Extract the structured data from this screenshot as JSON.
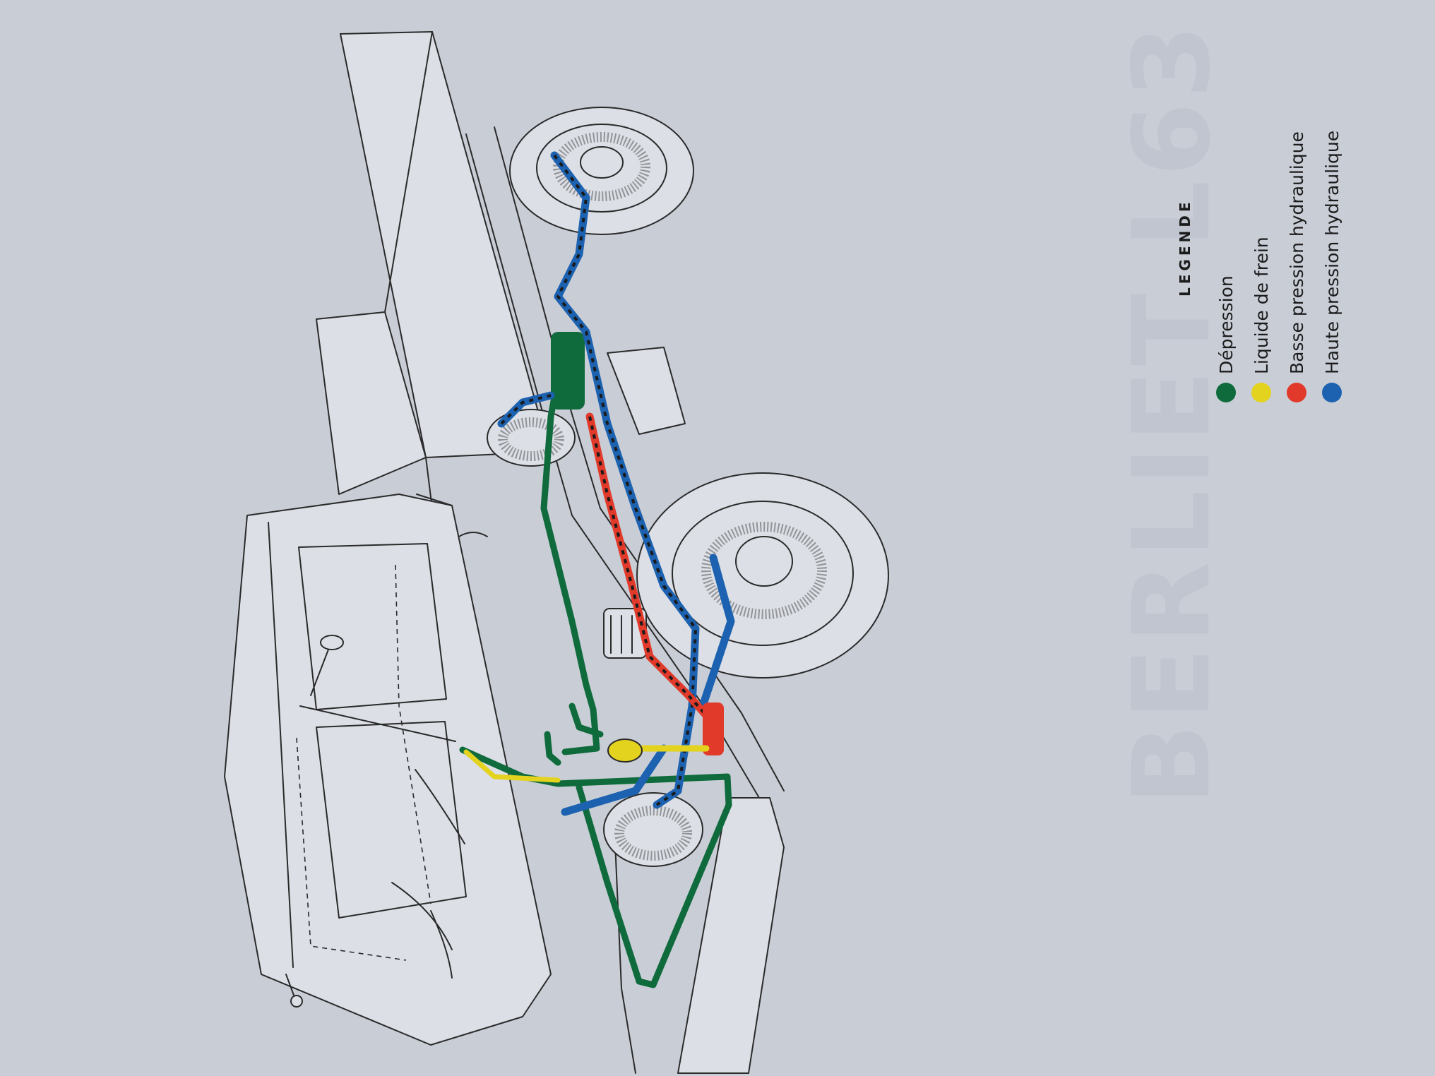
{
  "legend": {
    "title": "LEGENDE",
    "items": [
      {
        "label": "Dépression",
        "color": "#0f6b3c"
      },
      {
        "label": "Liquide de frein",
        "color": "#e3d21e"
      },
      {
        "label": "Basse pression hydraulique",
        "color": "#e23a2a"
      },
      {
        "label": "Haute pression hydraulique",
        "color": "#1c62b0"
      }
    ]
  },
  "watermark": "BERLIET L63",
  "colors": {
    "background": "#c9cdd6",
    "line": "#2a2a2a",
    "depression": "#0f6b3c",
    "brake_fluid": "#e3d21e",
    "low_pressure": "#e23a2a",
    "high_pressure": "#1c62b0"
  }
}
